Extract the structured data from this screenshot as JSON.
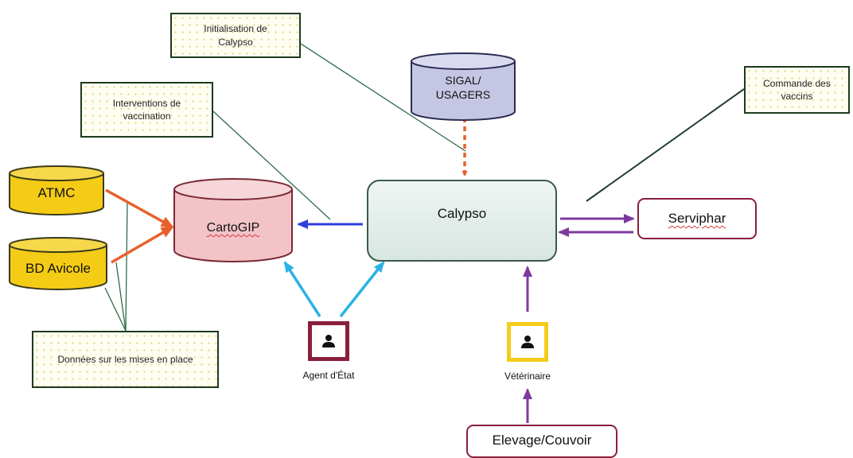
{
  "notes": {
    "initialisation": "Initialisation de Calypso",
    "interventions": "Interventions de vaccination",
    "commande": "Commande des vaccins",
    "donnees": "Données sur les mises en place"
  },
  "databases": {
    "sigal": "SIGAL/ USAGERS",
    "atmc": "ATMC",
    "bd_avicole": "BD Avicole",
    "cartogip": "CartoGIP"
  },
  "systems": {
    "calypso": "Calypso",
    "serviphar": "Serviphar",
    "elevage": "Elevage/Couvoir"
  },
  "actors": {
    "agent": "Agent d'État",
    "veterinaire": "Vétérinaire"
  },
  "colors": {
    "note_border": "#1d3a1d",
    "connector": "#2f6b4a",
    "yellow_db": "#f5cc15",
    "pink_db": "#f2c4c8",
    "sigal_db": "#c5c6e3",
    "calypso_fill": "#dfeae6",
    "orange_arrow": "#e8612c",
    "blue_arrow": "#2f3fe0",
    "cyan_arrow": "#29b2e6",
    "purple_arrow": "#7d3a9e",
    "maroon": "#8a1f3b"
  }
}
